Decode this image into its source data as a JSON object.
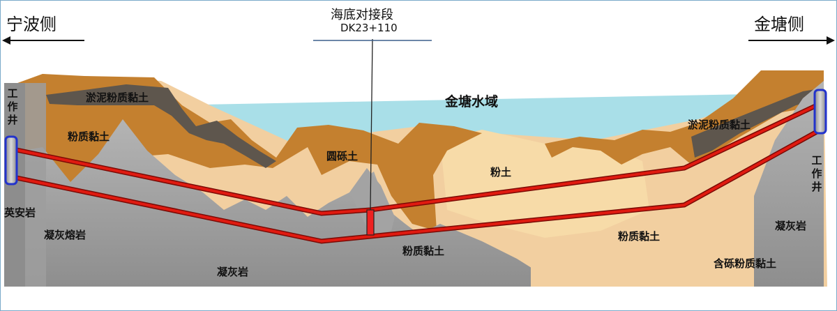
{
  "header": {
    "left_side": "宁波侧",
    "right_side": "金塘侧",
    "junction_title": "海底对接段",
    "junction_station": "DK23+110"
  },
  "water_label": "金塘水域",
  "shaft_labels": {
    "left": "工作井",
    "right": "工作井"
  },
  "strata_labels": {
    "silt_left": "淤泥粉质黏土",
    "silt_right": "淤泥粉质黏土",
    "silty_clay_left": "粉质黏土",
    "gravel_soil": "圆砾土",
    "silt": "粉土",
    "andesite": "英安岩",
    "welded_tuff": "凝灰熔岩",
    "tuff_center": "凝灰岩",
    "silty_clay_bottom": "粉质黏土",
    "silty_clay_right": "粉质黏土",
    "tuff_right": "凝灰岩",
    "gravelly_silty_clay": "含砾粉质黏土"
  },
  "colors": {
    "water": "#a9dfe8",
    "silt_layer": "#5e564d",
    "gravel_brown": "#c4802f",
    "silty_clay": "#f2cfa0",
    "silt_light": "#f7dba8",
    "rock_grey": "#9b9b9b",
    "tunnel_red": "#e01a10",
    "shaft_blue": "#2233cc"
  }
}
